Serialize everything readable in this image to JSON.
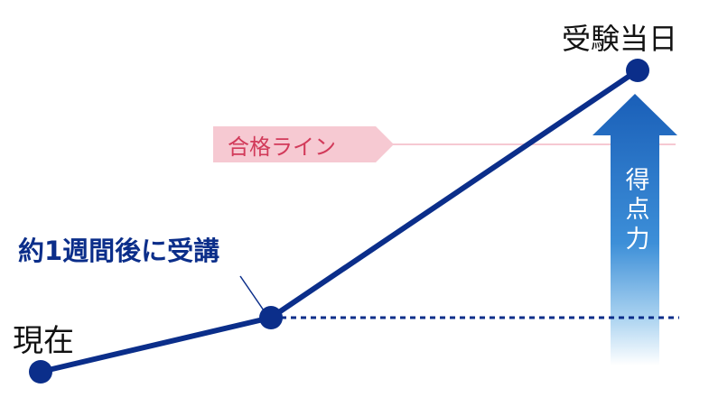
{
  "labels": {
    "now": "現在",
    "exam_day": "受験当日",
    "after_week": "約1週間後に受講",
    "pass_line": "合格ライン",
    "score": [
      "得",
      "点",
      "力"
    ]
  },
  "colors": {
    "line": "#0b2e8a",
    "pass_line": "#f6c9d2",
    "pass_text": "#d23a5a",
    "arrow_top": "#1a5fb8",
    "arrow_bottom": "#ffffff",
    "text": "#111111"
  },
  "points": [
    {
      "name": "現在"
    },
    {
      "name": "約1週間後に受講"
    },
    {
      "name": "受験当日"
    }
  ]
}
